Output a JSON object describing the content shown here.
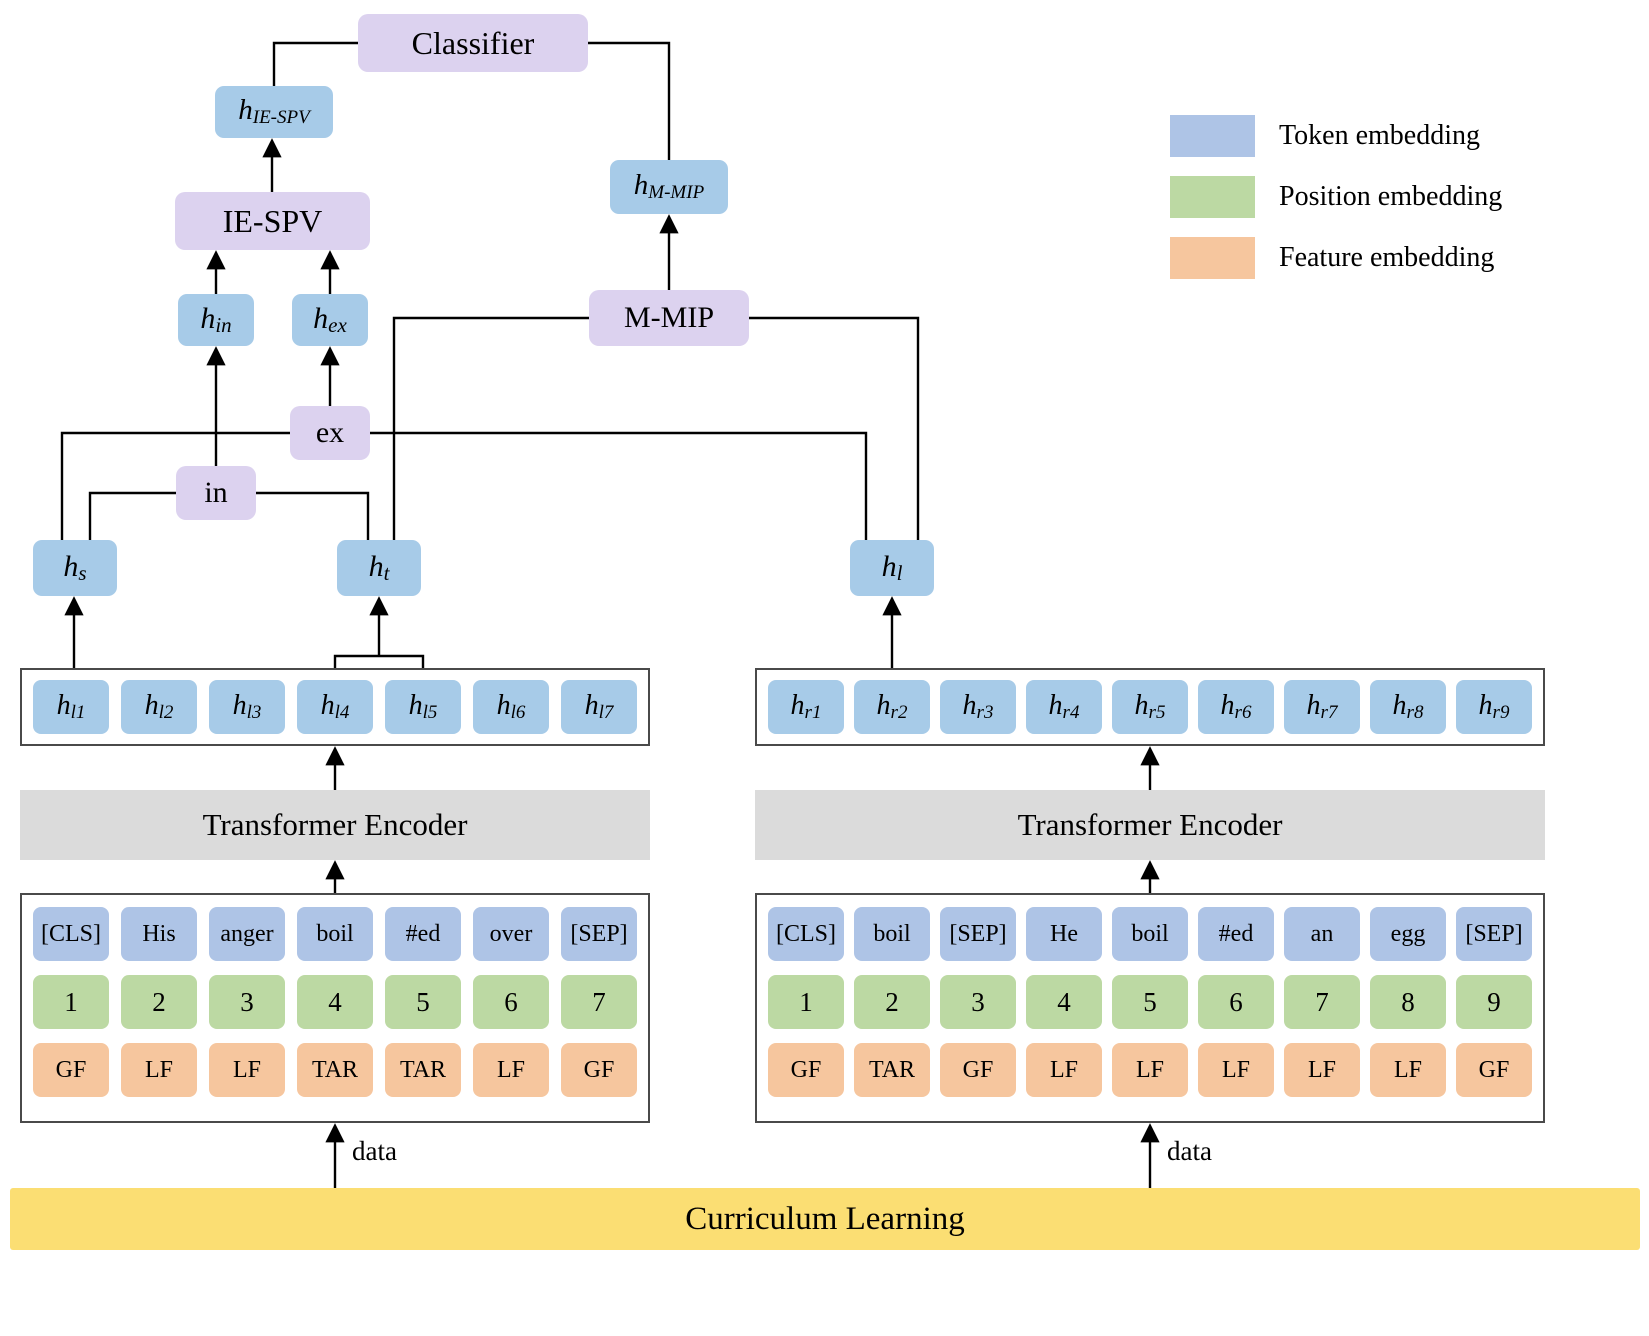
{
  "legend": {
    "items": [
      {
        "label": "Token embedding",
        "color": "#AEC4E6"
      },
      {
        "label": "Position embedding",
        "color": "#BCD9A3"
      },
      {
        "label": "Feature embedding",
        "color": "#F6C69E"
      }
    ]
  },
  "nodes": {
    "classifier": "Classifier",
    "ie_spv": "IE-SPV",
    "m_mip": "M-MIP",
    "ex": "ex",
    "in": "in",
    "h": "h",
    "subs": {
      "ie_spv": "IE-SPV",
      "m_mip": "M-MIP",
      "in": "in",
      "ex": "ex",
      "s": "s",
      "t": "t",
      "l": "l"
    }
  },
  "left_hidden": {
    "subs": [
      "l1",
      "l2",
      "l3",
      "l4",
      "l5",
      "l6",
      "l7"
    ]
  },
  "right_hidden": {
    "subs": [
      "r1",
      "r2",
      "r3",
      "r4",
      "r5",
      "r6",
      "r7",
      "r8",
      "r9"
    ]
  },
  "encoders": {
    "left": "Transformer Encoder",
    "right": "Transformer Encoder"
  },
  "left_grid": {
    "tokens": [
      "[CLS]",
      "His",
      "anger",
      "boil",
      "#ed",
      "over",
      "[SEP]"
    ],
    "positions": [
      "1",
      "2",
      "3",
      "4",
      "5",
      "6",
      "7"
    ],
    "features": [
      "GF",
      "LF",
      "LF",
      "TAR",
      "TAR",
      "LF",
      "GF"
    ]
  },
  "right_grid": {
    "tokens": [
      "[CLS]",
      "boil",
      "[SEP]",
      "He",
      "boil",
      "#ed",
      "an",
      "egg",
      "[SEP]"
    ],
    "positions": [
      "1",
      "2",
      "3",
      "4",
      "5",
      "6",
      "7",
      "8",
      "9"
    ],
    "features": [
      "GF",
      "TAR",
      "GF",
      "LF",
      "LF",
      "LF",
      "LF",
      "LF",
      "GF"
    ]
  },
  "bottom": {
    "curriculum": "Curriculum Learning",
    "data_left": "data",
    "data_right": "data"
  }
}
